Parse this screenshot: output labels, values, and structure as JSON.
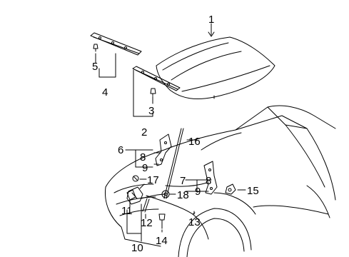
{
  "callouts": {
    "c1": "1",
    "c2": "2",
    "c3": "3",
    "c4": "4",
    "c5": "5",
    "c6": "6",
    "c7": "7",
    "c8a": "8",
    "c8b": "8",
    "c9a": "9",
    "c9b": "9",
    "c10": "10",
    "c11": "11",
    "c12": "12",
    "c13": "13",
    "c14": "14",
    "c15": "15",
    "c16": "16",
    "c17": "17",
    "c18": "18"
  },
  "colors": {
    "line": "#000000",
    "background": "#ffffff"
  }
}
